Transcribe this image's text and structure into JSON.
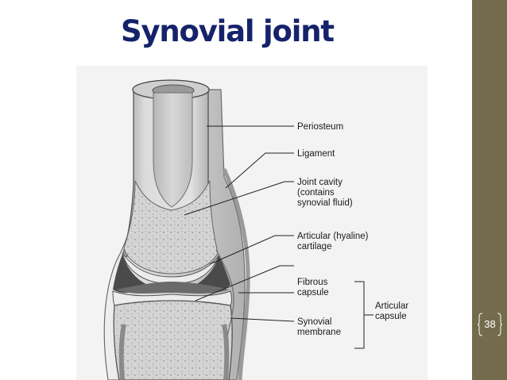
{
  "slide": {
    "title": "Synovial joint",
    "page_number": "38"
  },
  "diagram": {
    "labels": {
      "periosteum": "Periosteum",
      "ligament": "Ligament",
      "joint_cavity_1": "Joint cavity",
      "joint_cavity_2": "(contains",
      "joint_cavity_3": "synovial fluid)",
      "articular_cartilage_1": "Articular (hyaline)",
      "articular_cartilage_2": "cartilage",
      "fibrous_capsule_1": "Fibrous",
      "fibrous_capsule_2": "capsule",
      "synovial_membrane_1": "Synovial",
      "synovial_membrane_2": "membrane",
      "articular_capsule_1": "Articular",
      "articular_capsule_2": "capsule"
    }
  },
  "colors": {
    "title": "#16226a",
    "side_bar": "#736c4c",
    "bone": "#d9d9d9",
    "cavity": "#4a4a4a"
  }
}
